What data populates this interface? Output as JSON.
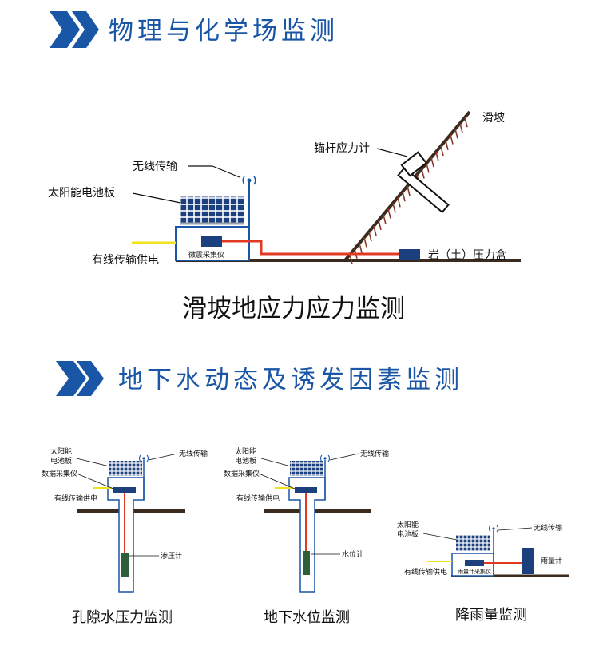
{
  "section1": {
    "title": "物理与化学场监测",
    "diagram": {
      "wireless_label": "无线传输",
      "solar_label": "太阳能电池板",
      "wired_label": "有线传输供电",
      "collector_label": "微震采集仪",
      "anchor_label": "锚杆应力计",
      "slope_label": "滑坡",
      "pressure_label": "岩（土）压力盒",
      "caption": "滑坡地应力应力监测"
    }
  },
  "section2": {
    "title": "地下水动态及诱发因素监测",
    "diagrams": [
      {
        "solar_label_l1": "太阳能",
        "solar_label_l2": "电池板",
        "wireless_label": "无线传输",
        "collector_label": "数据采集仪",
        "wired_label": "有线传输供电",
        "sensor_label": "渗压计",
        "caption": "孔隙水压力监测"
      },
      {
        "solar_label_l1": "太阳能",
        "solar_label_l2": "电池板",
        "wireless_label": "无线传输",
        "collector_label": "数据采集仪",
        "wired_label": "有线传输供电",
        "sensor_label": "水位计",
        "caption": "地下水位监测"
      },
      {
        "solar_label_l1": "太阳能",
        "solar_label_l2": "电池板",
        "wireless_label": "无线传输",
        "collector_label": "雨量计采集仪",
        "wired_label": "有线传输供电",
        "sensor_label": "雨量计",
        "caption": "降雨量监测"
      }
    ]
  },
  "colors": {
    "accent": "#1a56a6",
    "panel": "#1c3f7d",
    "red": "#e23a22",
    "yellow": "#f2e21a",
    "sensor_green": "#2e5e3a",
    "ground": "#3b2a1e"
  }
}
